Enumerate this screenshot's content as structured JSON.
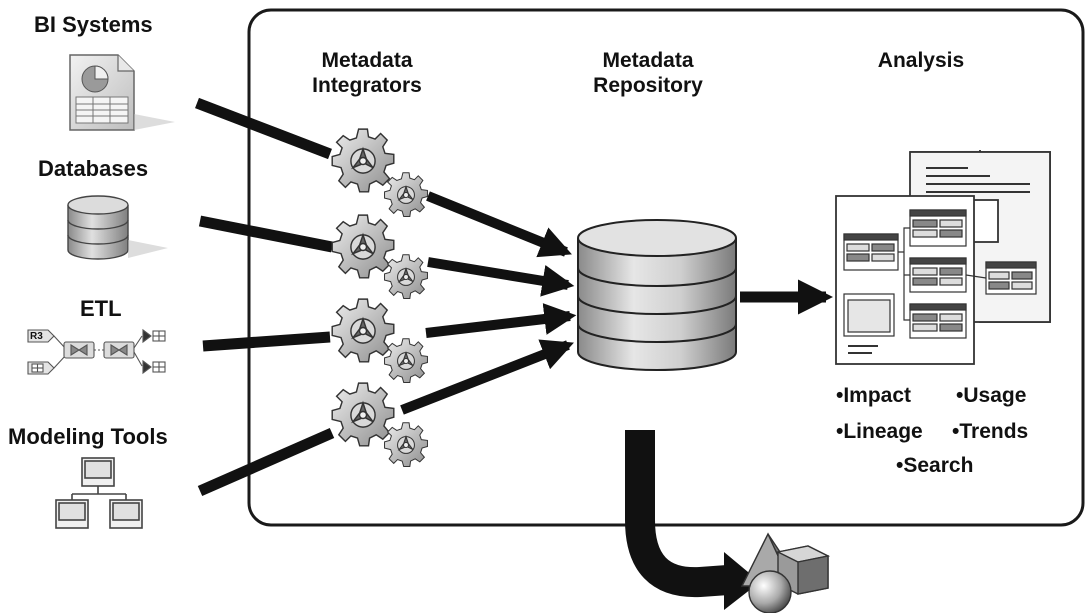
{
  "sources": {
    "bi": "BI Systems",
    "databases": "Databases",
    "etl": "ETL",
    "etl_tag": "R3",
    "modeling": "Modeling Tools"
  },
  "columns": {
    "integrators_line1": "Metadata",
    "integrators_line2": "Integrators",
    "repository_line1": "Metadata",
    "repository_line2": "Repository",
    "analysis": "Analysis"
  },
  "analysis_bullets": {
    "impact": "•Impact",
    "usage": "•Usage",
    "lineage": "•Lineage",
    "trends": "•Trends",
    "search": "•Search"
  },
  "colors": {
    "ink": "#111111",
    "panel_border": "#1a1a1a",
    "gear_fill": "#c8c8c8",
    "cylinder_fill": "#b9b9b9"
  }
}
